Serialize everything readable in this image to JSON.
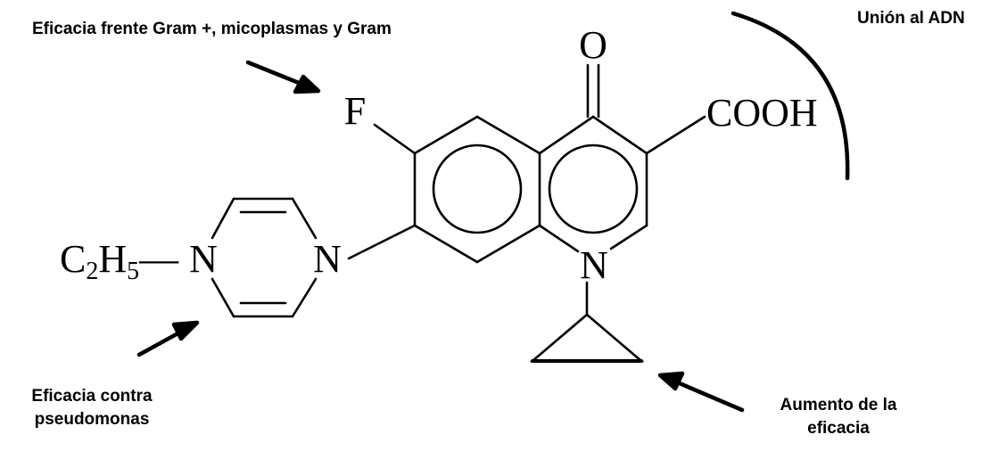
{
  "annotations": {
    "gram_plus": "Eficacia frente Gram +, micoplasmas y Gram",
    "dna_binding": "Unión al ADN",
    "pseudomonas_line1": "Eficacia contra",
    "pseudomonas_line2": "pseudomonas",
    "efficacy_line1": "Aumento de la",
    "efficacy_line2": "eficacia"
  },
  "atoms": {
    "fluorine": "F",
    "oxygen": "O",
    "carboxyl": "COOH",
    "quinoline_nitrogen": "N",
    "piperazine_n_left": "N",
    "piperazine_n_right": "N",
    "ethyl_c": "C",
    "ethyl_c_sub": "2",
    "ethyl_h": "H",
    "ethyl_h_sub": "5",
    "ethyl_bond": "—"
  },
  "colors": {
    "ink": "#000000",
    "background": "#ffffff"
  }
}
